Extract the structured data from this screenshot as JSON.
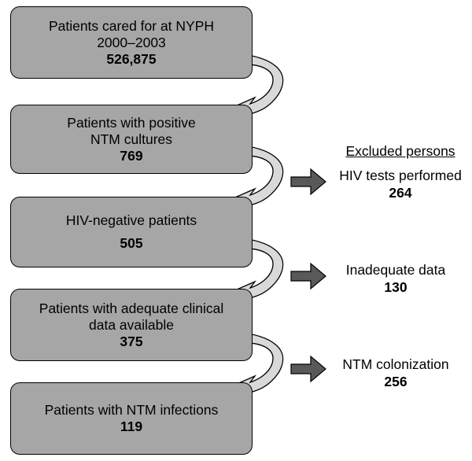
{
  "steps": [
    {
      "label_lines": [
        "Patients cared for at NYPH",
        "2000–2003"
      ],
      "count": "526,875"
    },
    {
      "label_lines": [
        "Patients with positive",
        "NTM cultures"
      ],
      "count": "769"
    },
    {
      "label_lines": [
        "HIV-negative patients"
      ],
      "count": "505"
    },
    {
      "label_lines": [
        "Patients with adequate clinical",
        "data available"
      ],
      "count": "375"
    },
    {
      "label_lines": [
        "Patients with NTM infections"
      ],
      "count": "119"
    }
  ],
  "excluded": {
    "heading": "Excluded persons",
    "items": [
      {
        "label": "HIV tests performed",
        "count": "264"
      },
      {
        "label": "Inadequate data",
        "count": "130"
      },
      {
        "label": "NTM colonization",
        "count": "256"
      }
    ]
  },
  "colors": {
    "box_fill": "#a6a6a6",
    "arrow_fill": "#d9d9d9",
    "exclusion_arrow_fill": "#595959",
    "stroke": "#000000"
  }
}
